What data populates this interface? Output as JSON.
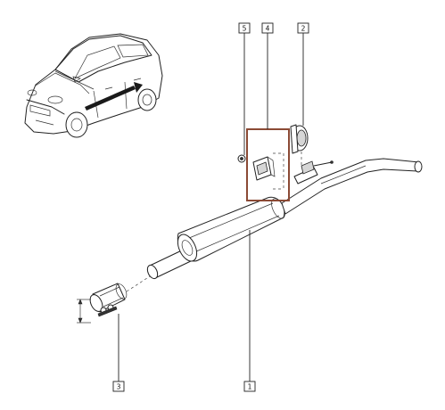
{
  "callouts": {
    "c1": "1",
    "c2": "2",
    "c3": "3",
    "c4": "4",
    "c5": "5"
  },
  "colors": {
    "highlight": "#8b4a35",
    "lines": "#222222",
    "background": "#ffffff"
  }
}
